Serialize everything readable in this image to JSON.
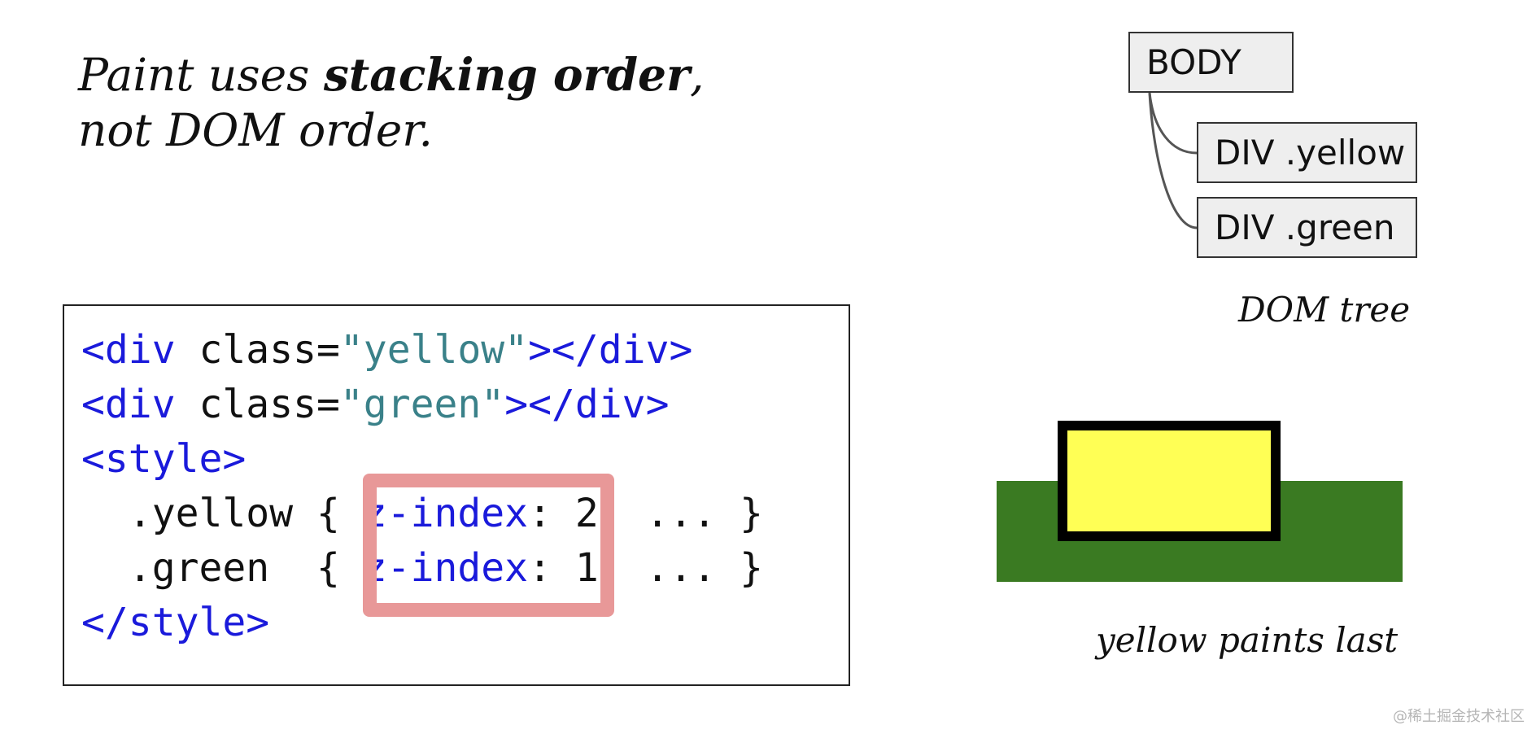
{
  "headline": {
    "line1_pre": "Paint uses ",
    "line1_bold": "stacking order",
    "line1_post": ",",
    "line2": "not DOM order."
  },
  "code": {
    "line1": {
      "open": "<div",
      "attr": " class=",
      "value": "\"yellow\"",
      "close": "></div>"
    },
    "line2": {
      "open": "<div",
      "attr": " class=",
      "value": "\"green\"",
      "close": "></div>"
    },
    "line3": "<style>",
    "line4": {
      "selector": "  .yellow { ",
      "prop": "z-index",
      "rest": ": 2; ... }"
    },
    "line5": {
      "selector": "  .green  { ",
      "prop": "z-index",
      "rest": ": 1; ... }"
    },
    "line6": "</style>"
  },
  "dom_tree": {
    "root": "BODY",
    "children": [
      "DIV .yellow",
      "DIV .green"
    ],
    "caption": "DOM tree"
  },
  "paint_demo": {
    "caption": "yellow paints last",
    "colors": {
      "green": "#3a7a22",
      "yellow": "#ffff55",
      "highlight": "#e89898"
    }
  },
  "watermark": "@稀土掘金技术社区"
}
